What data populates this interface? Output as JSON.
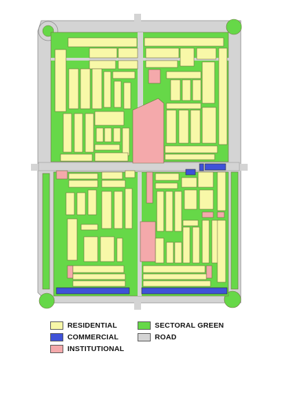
{
  "legend": [
    {
      "id": "residential",
      "label": "RESIDENTIAL",
      "color": "#f8f8a8"
    },
    {
      "id": "commercial",
      "label": "COMMERCIAL",
      "color": "#3f52d8"
    },
    {
      "id": "institutional",
      "label": "INSTITUTIONAL",
      "color": "#f4a9ab"
    },
    {
      "id": "sectoral-green",
      "label": "SECTORAL GREEN",
      "color": "#66d848"
    },
    {
      "id": "road",
      "label": "ROAD",
      "color": "#d4d4d4"
    }
  ],
  "colors": {
    "outline": "#8a8a8a",
    "block_outline": "#6d6d40"
  }
}
